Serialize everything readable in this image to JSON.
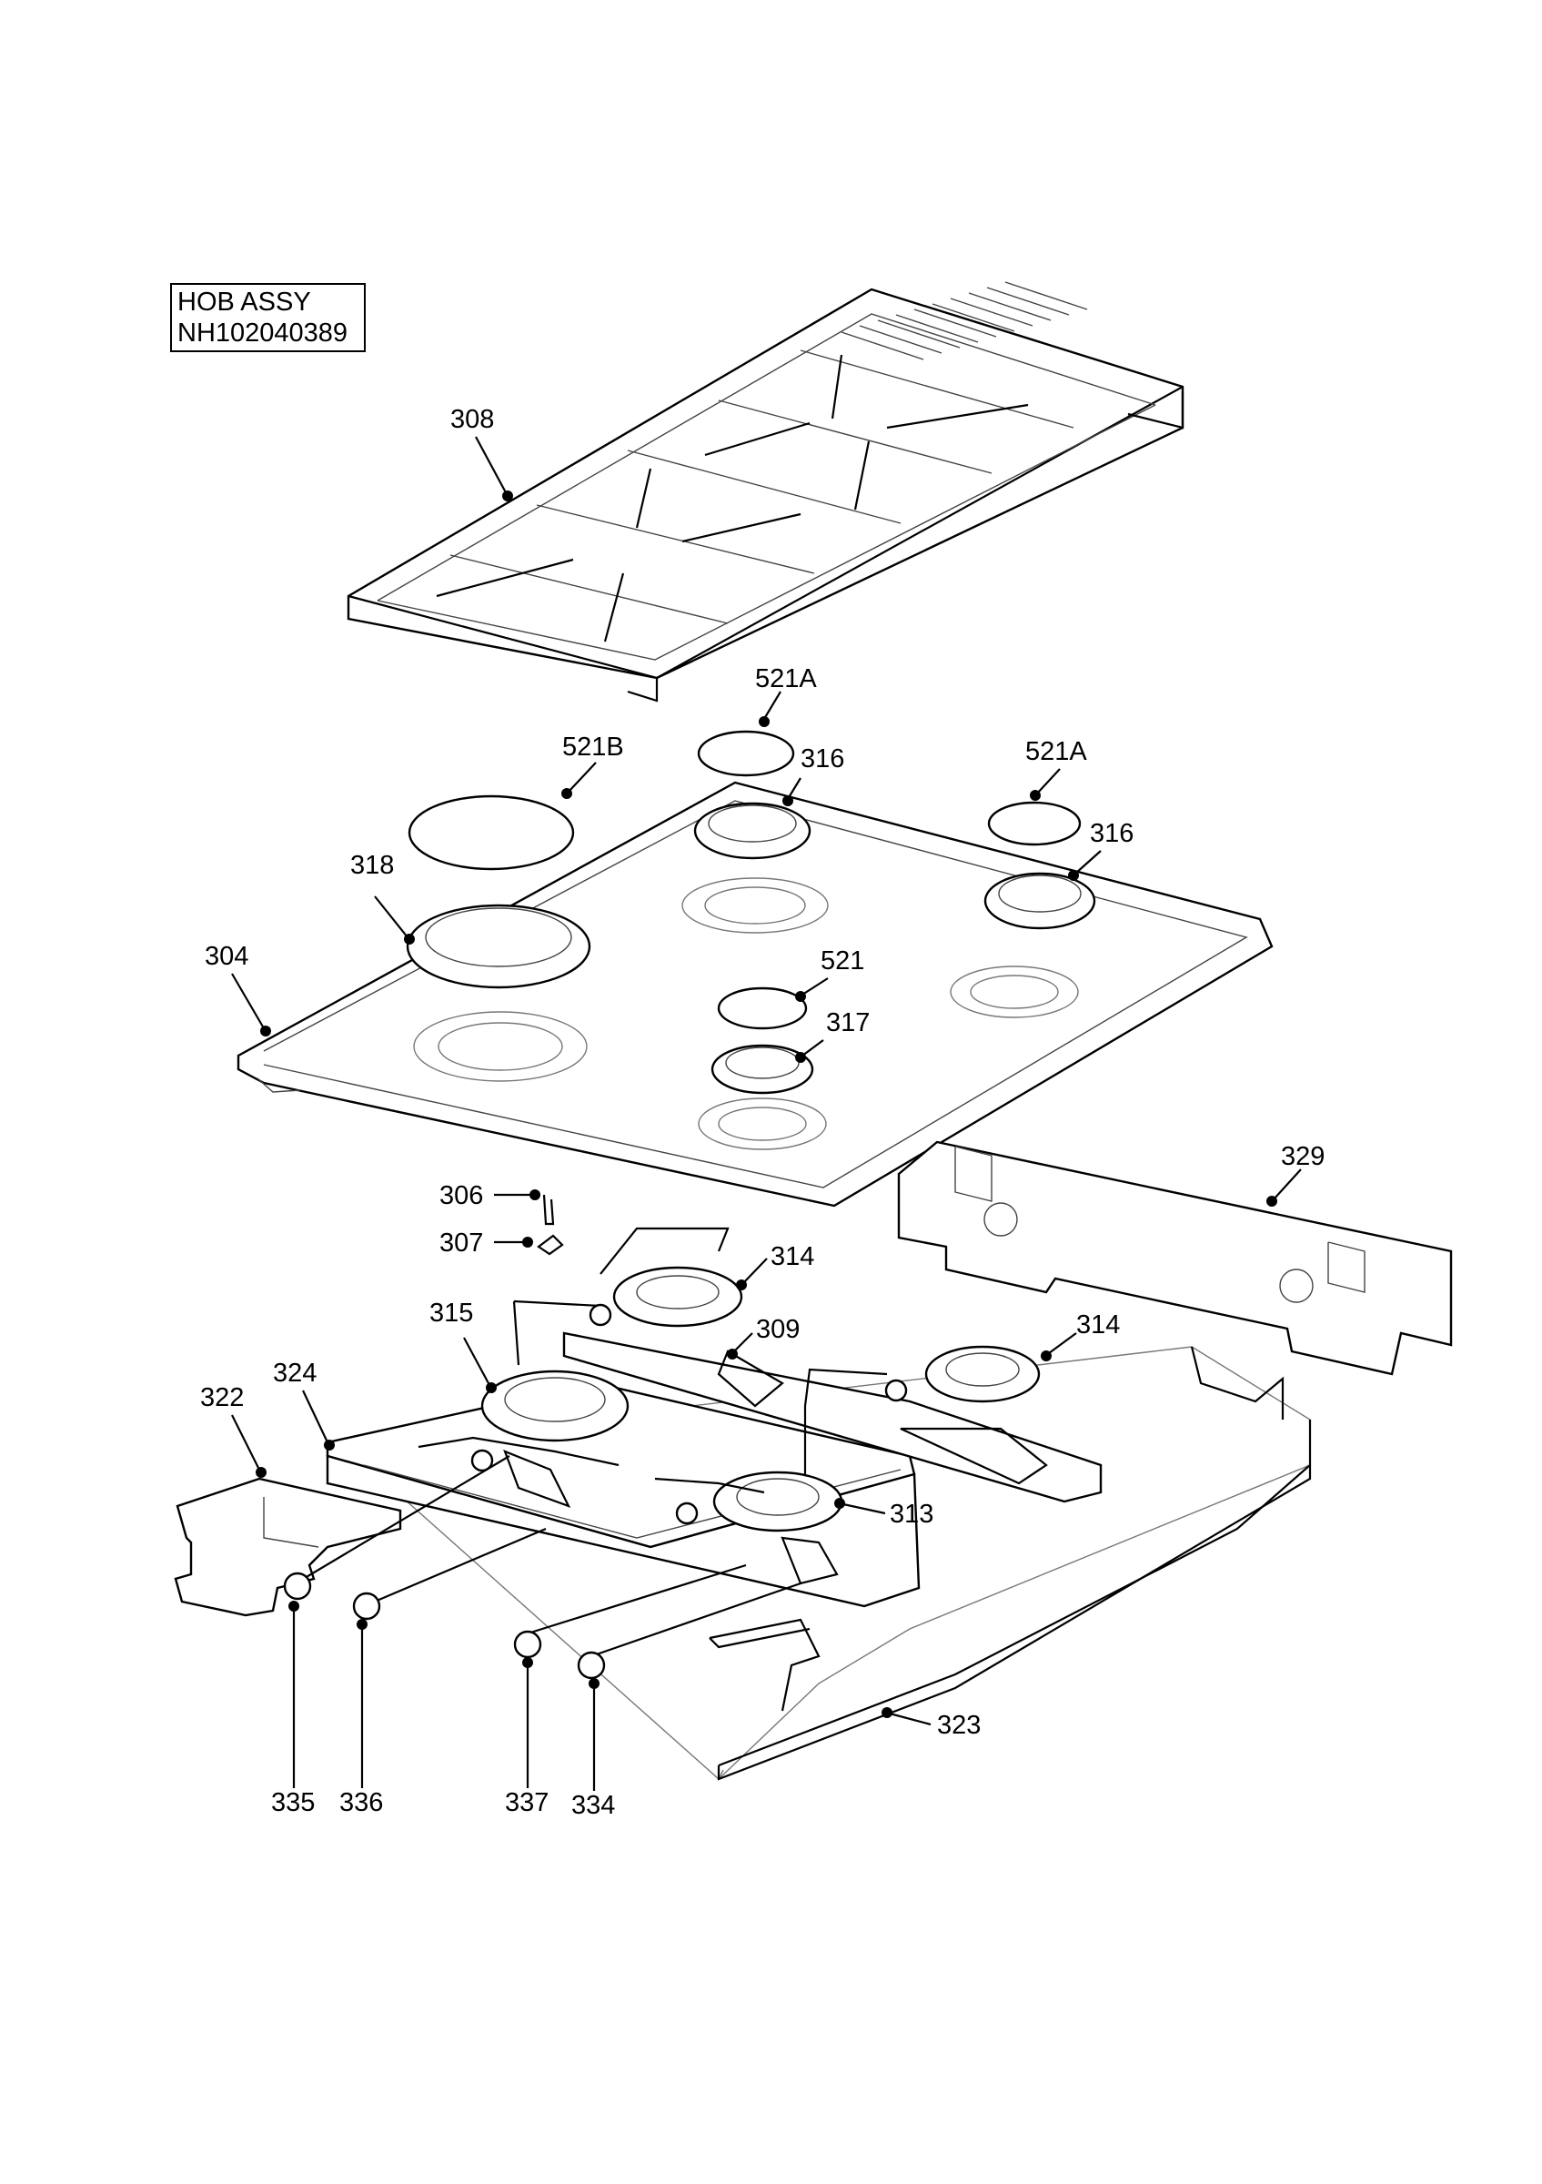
{
  "title_box": {
    "line1": "HOB ASSY",
    "line2": "NH102040389"
  },
  "callouts": [
    {
      "id": "c308",
      "text": "308"
    },
    {
      "id": "c521A1",
      "text": "521A"
    },
    {
      "id": "c521B",
      "text": "521B"
    },
    {
      "id": "c316a",
      "text": "316"
    },
    {
      "id": "c521A2",
      "text": "521A"
    },
    {
      "id": "c316b",
      "text": "316"
    },
    {
      "id": "c318",
      "text": "318"
    },
    {
      "id": "c304",
      "text": "304"
    },
    {
      "id": "c521",
      "text": "521"
    },
    {
      "id": "c317",
      "text": "317"
    },
    {
      "id": "c329",
      "text": "329"
    },
    {
      "id": "c306",
      "text": "306"
    },
    {
      "id": "c307",
      "text": "307"
    },
    {
      "id": "c314a",
      "text": "314"
    },
    {
      "id": "c315",
      "text": "315"
    },
    {
      "id": "c309",
      "text": "309"
    },
    {
      "id": "c314b",
      "text": "314"
    },
    {
      "id": "c324",
      "text": "324"
    },
    {
      "id": "c322",
      "text": "322"
    },
    {
      "id": "c313",
      "text": "313"
    },
    {
      "id": "c323",
      "text": "323"
    },
    {
      "id": "c335",
      "text": "335"
    },
    {
      "id": "c336",
      "text": "336"
    },
    {
      "id": "c337",
      "text": "337"
    },
    {
      "id": "c334",
      "text": "334"
    }
  ]
}
